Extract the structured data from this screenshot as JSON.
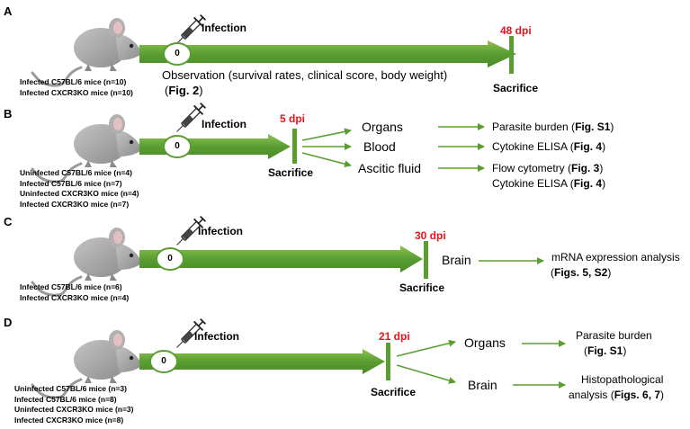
{
  "colors": {
    "arrow_green": "#5a9e32",
    "arrow_green_light": "#8cc24f",
    "dpi_red": "#e8141b",
    "mouse_gray": "#a6a6a6"
  },
  "icons": [
    "mouse-icon",
    "syringe-icon"
  ],
  "panels": [
    {
      "letter": "A",
      "groups": [
        "Infected C57BL/6 mice (n=10)",
        "Infected CXCR3KO mice (n=10)"
      ],
      "infection_label": "Infection",
      "start_label": "0",
      "dpi_label": "48 dpi",
      "sacrifice_label": "Sacrifice",
      "note_main": "Observation (survival rates, clinical score, body weight)",
      "note_pre": "(",
      "note_ref": "Fig. 2",
      "note_post": ")"
    },
    {
      "letter": "B",
      "groups": [
        "Uninfected C57BL/6 mice (n=4)",
        "Infected C57BL/6 mice (n=7)",
        "Uninfected CXCR3KO mice (n=4)",
        "Infected CXCR3KO mice (n=7)"
      ],
      "infection_label": "Infection",
      "start_label": "0",
      "dpi_label": "5 dpi",
      "sacrifice_label": "Sacrifice",
      "samples": [
        "Organs",
        "Blood",
        "Ascitic fluid"
      ],
      "outputs": [
        {
          "text": "Parasite burden (",
          "ref": "Fig. S1",
          "post": ")"
        },
        {
          "text": "Cytokine ELISA (",
          "ref": "Fig. 4",
          "post": ")"
        },
        {
          "text": "Flow cytometry (",
          "ref": "Fig. 3",
          "post": ")"
        },
        {
          "text": "Cytokine ELISA (",
          "ref": "Fig. 4",
          "post": ")"
        }
      ]
    },
    {
      "letter": "C",
      "groups": [
        "Infected C57BL/6 mice (n=6)",
        "Infected CXCR3KO mice (n=4)"
      ],
      "infection_label": "Infection",
      "start_label": "0",
      "dpi_label": "30 dpi",
      "sacrifice_label": "Sacrifice",
      "sample": "Brain",
      "output_line1": "mRNA expression analysis",
      "output_pre": "(",
      "output_ref": "Figs. 5, S2",
      "output_post": ")"
    },
    {
      "letter": "D",
      "groups": [
        "Uninfected C57BL/6 mice (n=3)",
        "Infected C57BL/6 mice (n=8)",
        "Uninfected CXCR3KO mice (n=3)",
        "Infected CXCR3KO mice (n=8)"
      ],
      "infection_label": "Infection",
      "start_label": "0",
      "dpi_label": "21 dpi",
      "sacrifice_label": "Sacrifice",
      "samples": [
        "Organs",
        "Brain"
      ],
      "out1_line1": "Parasite burden",
      "out1_pre": "(",
      "out1_ref": "Fig. S1",
      "out1_post": ")",
      "out2_line1": "Histopathological",
      "out2_pre": "analysis (",
      "out2_ref": "Figs. 6, 7",
      "out2_post": ")"
    }
  ]
}
